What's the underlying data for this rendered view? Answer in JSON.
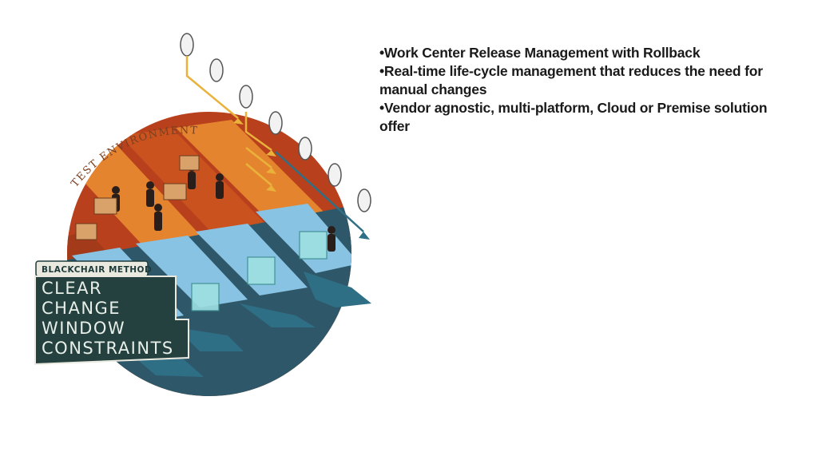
{
  "illustration": {
    "arc_label": "TEST ENVIRONMENT",
    "badge_label": "BLACKCHAIR METHOD",
    "caption_lines": [
      "CLEAR",
      "CHANGE",
      "WINDOW",
      "CONSTRAINTS"
    ],
    "colors": {
      "band_orange": "#e5842f",
      "band_red": "#b8401c",
      "band_light_blue": "#89c3e3",
      "band_dark_teal": "#2e5869",
      "arrow_gold": "#e9b23a",
      "caption_bg": "#24413f"
    }
  },
  "bullets": [
    "•Work Center Release Management with Rollback",
    "•Real-time life-cycle management that reduces the need for manual changes",
    "•Vendor agnostic, multi-platform, Cloud or Premise solution offer"
  ]
}
